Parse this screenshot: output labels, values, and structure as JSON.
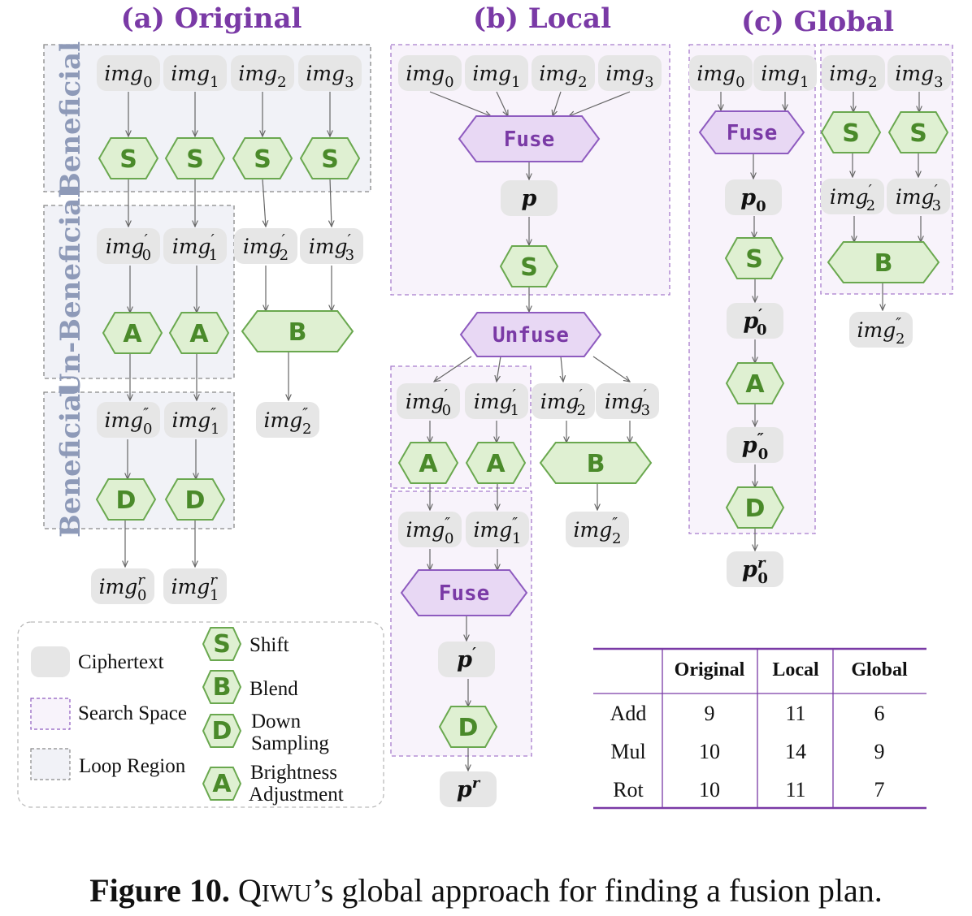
{
  "panels": {
    "original": {
      "title": "(a) Original"
    },
    "local": {
      "title": "(b) Local"
    },
    "global": {
      "title": "(c) Global"
    }
  },
  "region_labels": {
    "beneficial_top": "Beneficial",
    "unbeneficial": "Un-Beneficial",
    "beneficial_bottom": "Beneficial"
  },
  "ops": {
    "shift": "S",
    "blend": "B",
    "down": "D",
    "bright": "A",
    "fuse": "Fuse",
    "unfuse": "Unfuse"
  },
  "ciphertexts": {
    "img": "img",
    "p": "p",
    "sub0": "0",
    "sub1": "1",
    "sub2": "2",
    "sub3": "3",
    "prime": "′",
    "dprime": "″",
    "r": "r"
  },
  "legend": {
    "ciphertext": "Ciphertext",
    "search_space": "Search Space",
    "loop_region": "Loop Region",
    "shift": "Shift",
    "blend": "Blend",
    "down_1": "Down",
    "down_2": "Sampling",
    "bright_1": "Brightness",
    "bright_2": "Adjustment"
  },
  "table": {
    "headers": [
      "",
      "Original",
      "Local",
      "Global"
    ],
    "rows": [
      [
        "Add",
        "9",
        "11",
        "6"
      ],
      [
        "Mul",
        "10",
        "14",
        "9"
      ],
      [
        "Rot",
        "10",
        "11",
        "7"
      ]
    ]
  },
  "caption": {
    "bold": "Figure 10.",
    "name": "Qiwu",
    "rest": "’s global approach for finding a fusion plan."
  },
  "colors": {
    "green_fill": "#dff0d2",
    "green_stroke": "#6aa84f",
    "purple_fill": "#e8d8f4",
    "purple_stroke": "#8e5bbf",
    "cipher_fill": "#e6e6e6",
    "loop_fill": "#f1f2f7",
    "search_fill": "#f8f3fb"
  }
}
